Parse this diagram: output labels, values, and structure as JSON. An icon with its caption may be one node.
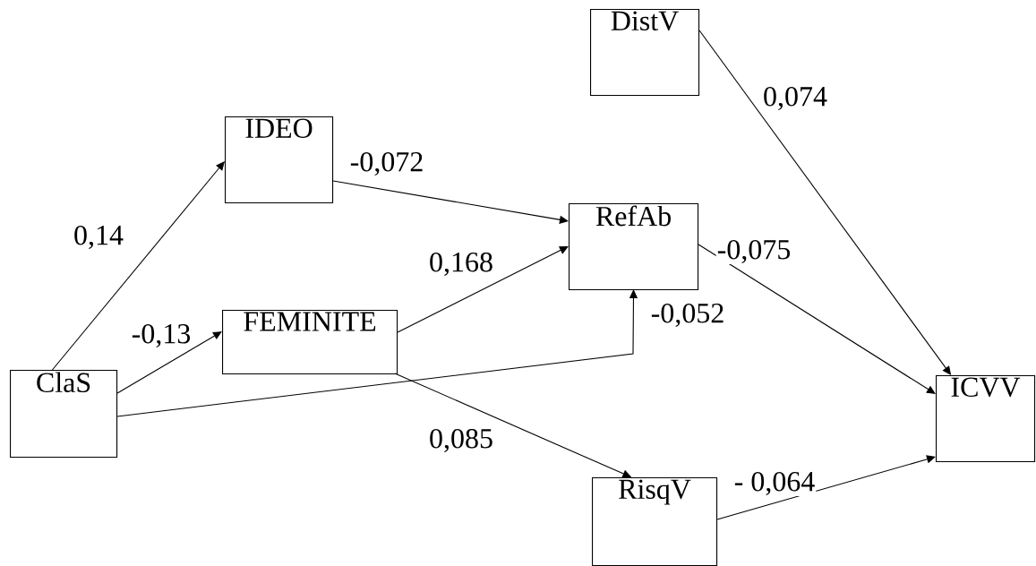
{
  "diagram": {
    "nodes": [
      {
        "text": [
          "DistV"
        ]
      },
      {
        "text": [
          "IDEO"
        ]
      },
      {
        "text": [
          "RefAb"
        ]
      },
      {
        "text": [
          "FEMINITE"
        ]
      },
      {
        "text": [
          "ClaS"
        ]
      },
      {
        "text": [
          "ICVV"
        ]
      },
      {
        "text": [
          "RisqV"
        ]
      }
    ],
    "edges": [
      {
        "from": 4,
        "to": 1,
        "arrow": "to",
        "label": "0,14"
      },
      {
        "from": 4,
        "to": 3,
        "arrow": "to",
        "label": "-0,13"
      },
      {
        "from": 1,
        "to": 2,
        "arrow": "to",
        "label": "-0,072"
      },
      {
        "from": 3,
        "to": 2,
        "arrow": "to",
        "label": "0,168"
      },
      {
        "from": 4,
        "to": 2,
        "arrow": "to",
        "label": "-0,052"
      },
      {
        "from": 3,
        "to": 6,
        "arrow": "to",
        "label": "0,085"
      },
      {
        "from": 2,
        "to": 5,
        "arrow": "to",
        "label": "-0,075"
      },
      {
        "from": 0,
        "to": 5,
        "arrow": "to",
        "label": "0,074"
      },
      {
        "from": 6,
        "to": 5,
        "arrow": "to",
        "label": "- 0,064"
      }
    ]
  }
}
